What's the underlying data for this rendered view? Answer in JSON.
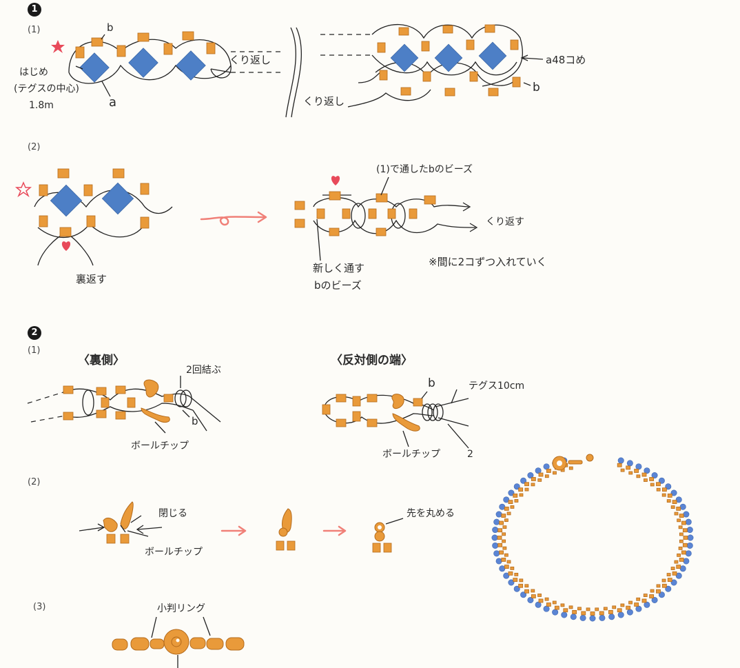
{
  "section1": {
    "badge": "1",
    "step1": {
      "num": "(1)",
      "bead_b": "b",
      "start_label": "はじめ",
      "start_sub": "(テグスの中心)",
      "start_len": "1.8m",
      "bead_a": "a",
      "repeat_right": "くり返し",
      "repeat_left": "くり返し",
      "a48": "a48コめ",
      "b_right": "b"
    },
    "step2": {
      "num": "(2)",
      "flip": "裏返す",
      "passed_b": "(1)で通したbのビーズ",
      "repeat": "くり返す",
      "new_b_line1": "新しく通す",
      "new_b_line2": "bのビーズ",
      "note": "※間に2コずつ入れていく"
    }
  },
  "section2": {
    "badge": "2",
    "step1": {
      "num": "(1)",
      "back_side": "〈裏側〉",
      "other_end": "〈反対側の端〉",
      "tie_twice": "2回結ぶ",
      "b_left": "b",
      "ballchip_left": "ボールチップ",
      "b_right": "b",
      "tegusu": "テグス10cm",
      "ballchip_right": "ボールチップ",
      "two": "2"
    },
    "step2": {
      "num": "(2)",
      "close": "閉じる",
      "ballchip": "ボールチップ",
      "round_tip": "先を丸める"
    },
    "step3": {
      "num": "(3)",
      "ring": "小判リング"
    }
  },
  "colors": {
    "bead_orange": "#e99a3a",
    "bead_blue": "#4d7fc6",
    "arrow_pink": "#f08078",
    "heart_red": "#e84a5a"
  }
}
